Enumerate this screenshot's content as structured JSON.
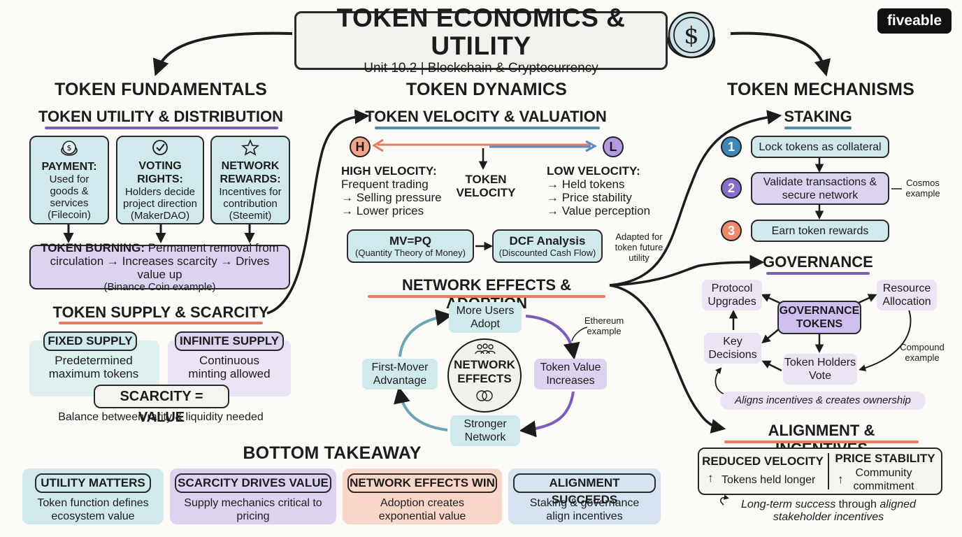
{
  "header": {
    "title": "TOKEN ECONOMICS & UTILITY",
    "subtitle": "Unit 10.2 | Blockchain & Cryptocurrency",
    "brand": "fiveable",
    "coin_icon": "dollar-coin-icon"
  },
  "fundamentals": {
    "heading": "TOKEN FUNDAMENTALS",
    "utility_heading": "TOKEN UTILITY & DISTRIBUTION",
    "cards": [
      {
        "icon": "coin-icon",
        "title": "PAYMENT:",
        "body": "Used for goods & services",
        "example": "(Filecoin)"
      },
      {
        "icon": "checkmark-icon",
        "title": "VOTING RIGHTS:",
        "body": "Holders decide project direction",
        "example": "(MakerDAO)"
      },
      {
        "icon": "star-icon",
        "title": "NETWORK REWARDS:",
        "body": "Incentives for contribution",
        "example": "(Steemit)"
      }
    ],
    "burning": {
      "title": "TOKEN BURNING:",
      "text": "Permanent removal from circulation → Increases scarcity → Drives value up",
      "example": "(Binance Coin example)"
    },
    "supply_heading": "TOKEN SUPPLY & SCARCITY",
    "fixed": {
      "title": "FIXED SUPPLY",
      "body": "Predetermined maximum tokens"
    },
    "infinite": {
      "title": "INFINITE SUPPLY",
      "body": "Continuous minting allowed"
    },
    "scarcity": "SCARCITY = VALUE",
    "balance": "Balance between rarity & liquidity needed"
  },
  "dynamics": {
    "heading": "TOKEN DYNAMICS",
    "velocity_heading": "TOKEN VELOCITY & VALUATION",
    "h_label": "H",
    "l_label": "L",
    "high": {
      "title": "HIGH VELOCITY:",
      "lines": [
        "Frequent trading",
        "→ Selling pressure",
        "→ Lower prices"
      ]
    },
    "center": "TOKEN VELOCITY",
    "low": {
      "title": "LOW VELOCITY:",
      "lines": [
        "→ Held tokens",
        "→ Price stability",
        "→ Value perception"
      ]
    },
    "mvpq": {
      "title": "MV=PQ",
      "sub": "(Quantity Theory of Money)"
    },
    "dcf": {
      "title": "DCF Analysis",
      "sub": "(Discounted Cash Flow)"
    },
    "dcf_note": "Adapted for token future utility",
    "network_heading": "NETWORK EFFECTS & ADOPTION",
    "cycle": {
      "top": "More Users Adopt",
      "right": "Token Value Increases",
      "bottom": "Stronger Network",
      "left": "First-Mover Advantage",
      "center": "NETWORK EFFECTS",
      "note": "Ethereum example"
    }
  },
  "takeaway": {
    "heading": "BOTTOM TAKEAWAY",
    "items": [
      {
        "title": "UTILITY MATTERS",
        "body": "Token function defines ecosystem value"
      },
      {
        "title": "SCARCITY DRIVES VALUE",
        "body": "Supply mechanics critical to pricing"
      },
      {
        "title": "NETWORK EFFECTS WIN",
        "body": "Adoption creates exponential value"
      },
      {
        "title": "ALIGNMENT SUCCEEDS",
        "body": "Staking & governance align incentives"
      }
    ]
  },
  "mechanisms": {
    "heading": "TOKEN MECHANISMS",
    "staking_heading": "STAKING",
    "steps": [
      {
        "num": "1",
        "text": "Lock tokens as collateral"
      },
      {
        "num": "2",
        "text": "Validate transactions & secure network"
      },
      {
        "num": "3",
        "text": "Earn token rewards"
      }
    ],
    "cosmos_note": "Cosmos example",
    "governance_heading": "GOVERNANCE",
    "gov": {
      "protocol": "Protocol Upgrades",
      "resource": "Resource Allocation",
      "tokens": "GOVERNANCE TOKENS",
      "key": "Key Decisions",
      "vote": "Token Holders Vote",
      "compound_note": "Compound example",
      "aligns": "Aligns incentives & creates ownership"
    },
    "alignment_heading": "ALIGNMENT & INCENTIVES",
    "reduced": {
      "title": "REDUCED VELOCITY",
      "arrow": "↑",
      "body": "Tokens held longer"
    },
    "stability": {
      "title": "PRICE STABILITY",
      "arrow": "↑",
      "body": "Community commitment"
    },
    "longterm": {
      "pre": "Long-term success",
      "mid": " through ",
      "post": "aligned stakeholder incentives"
    }
  }
}
